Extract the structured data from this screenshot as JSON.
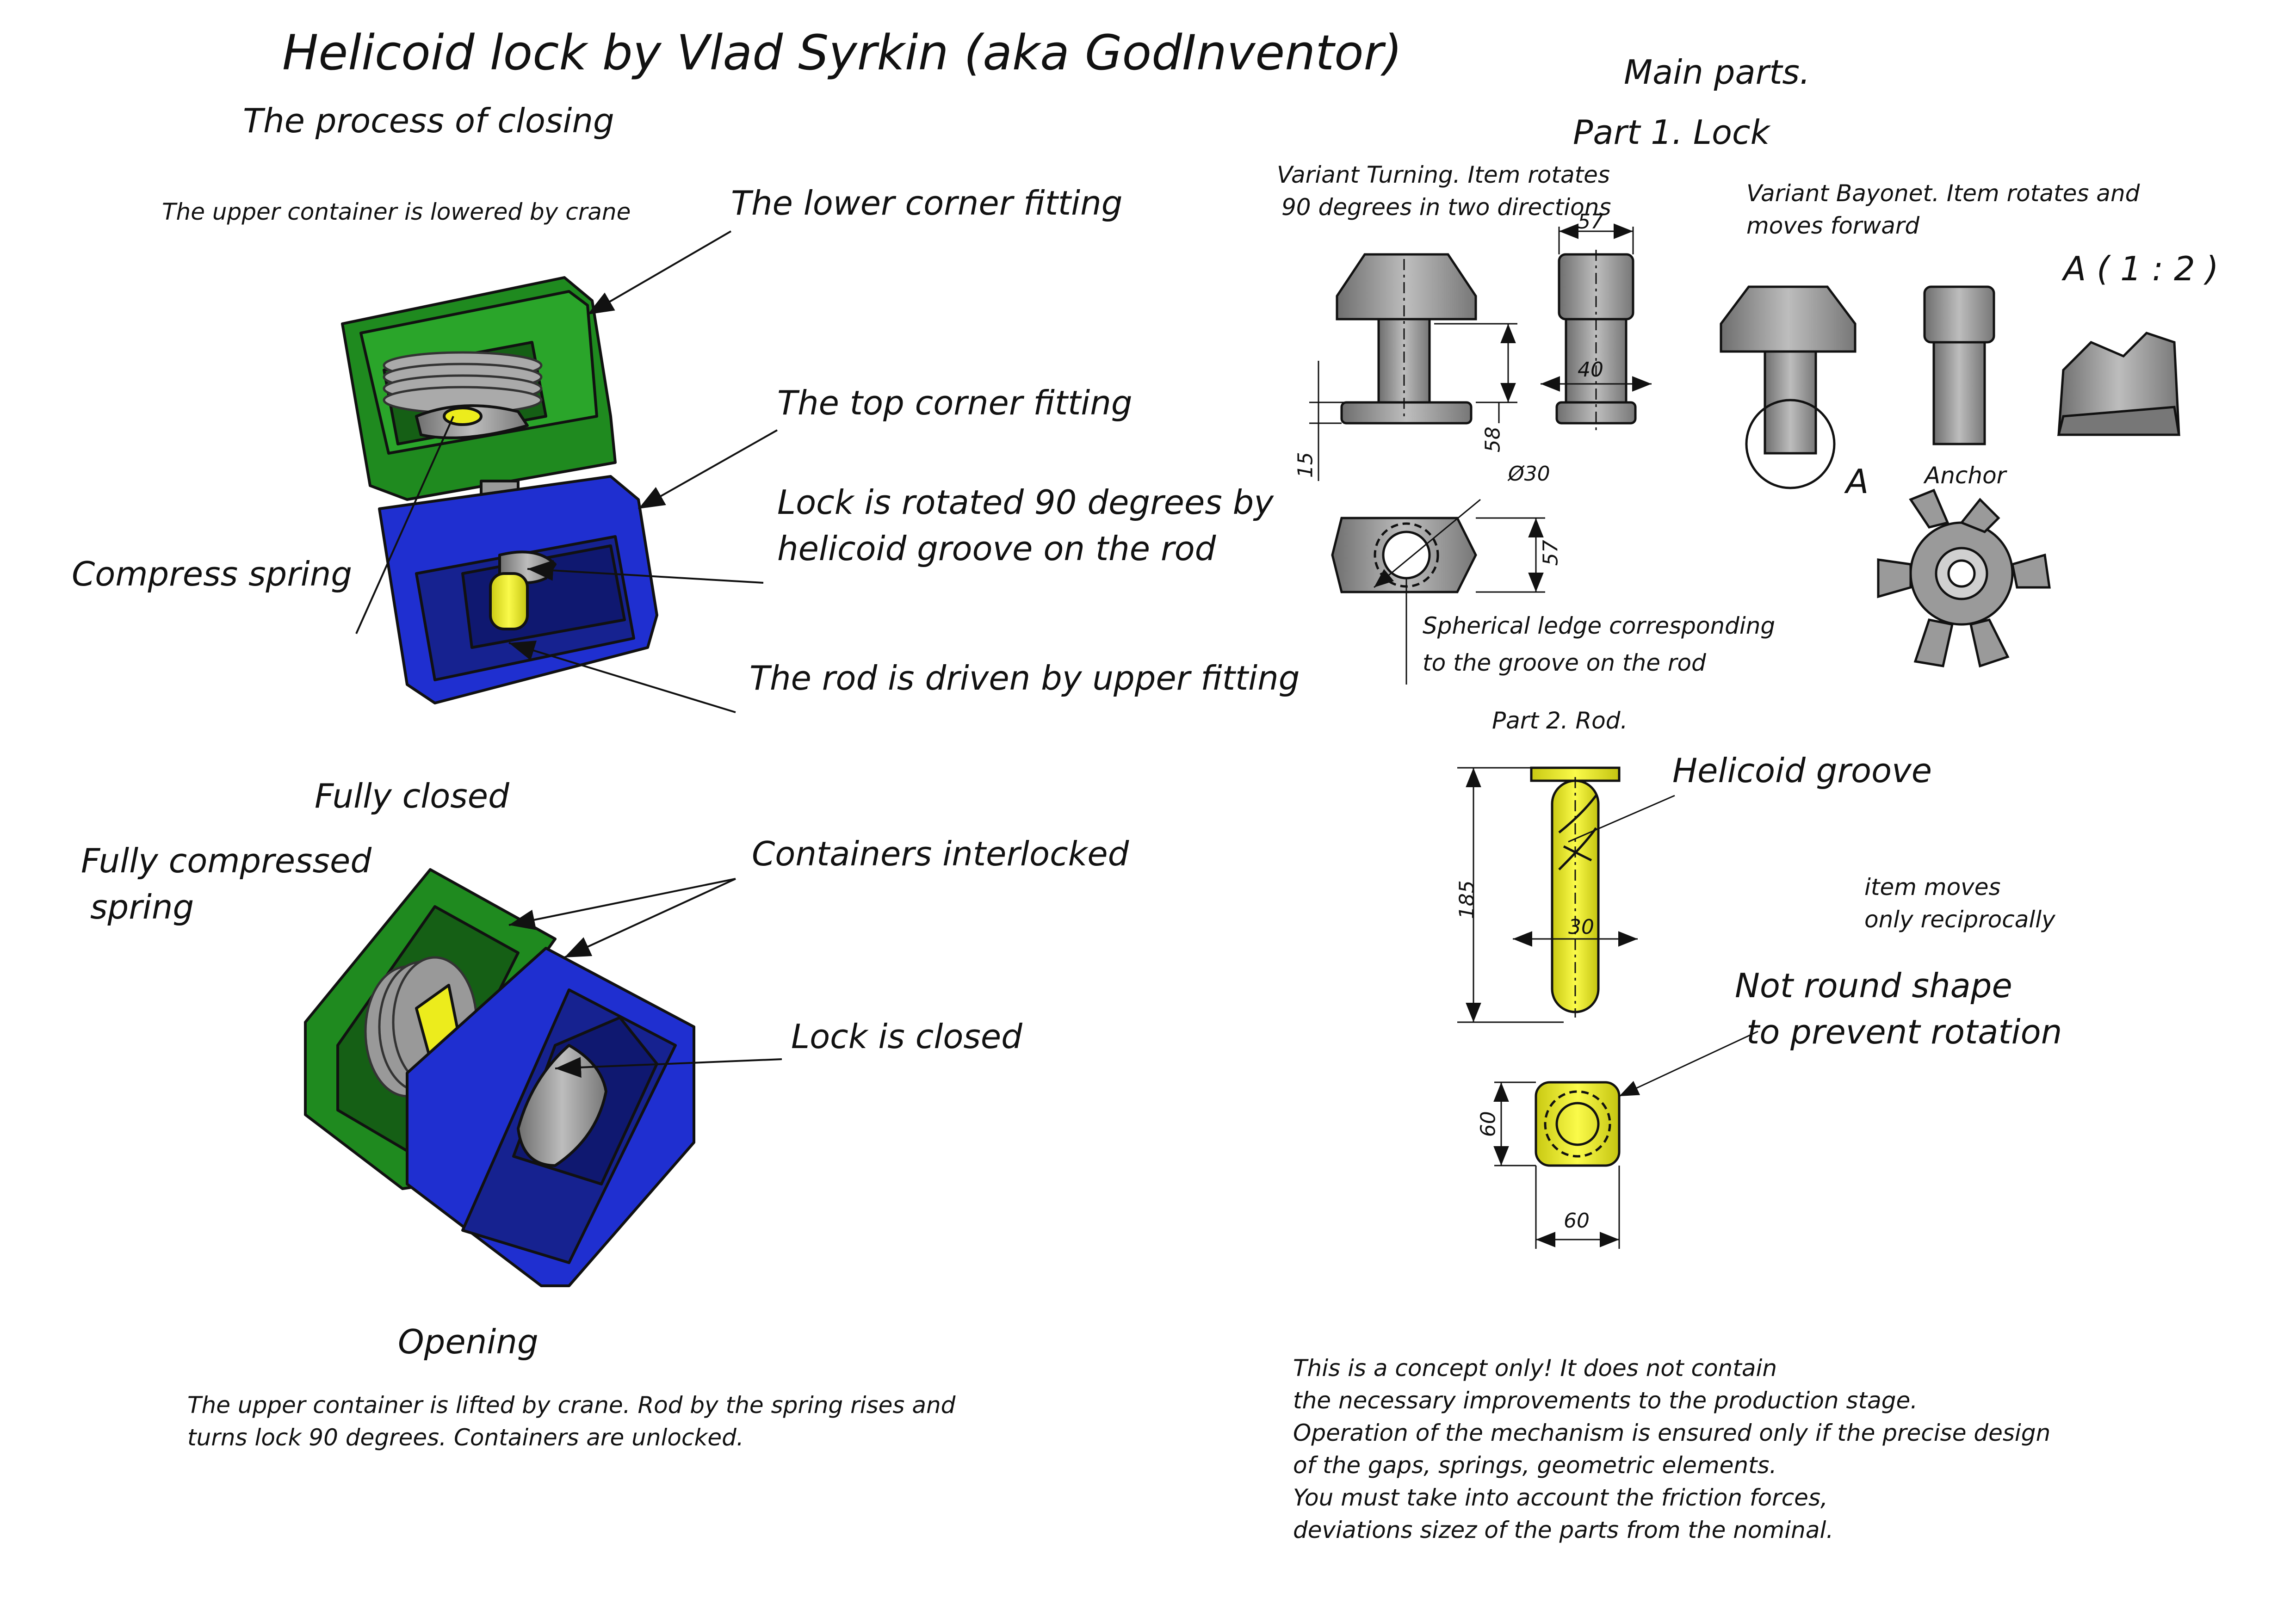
{
  "title": "Helicoid lock by Vlad Syrkin (aka GodInventor)",
  "closing": {
    "heading": "The process of closing",
    "crane_note": "The upper container is lowered by crane",
    "lower_corner": "The lower corner fitting",
    "top_corner": "The top corner fitting",
    "lock_rotated_1": "Lock is rotated 90 degrees by",
    "lock_rotated_2": "helicoid groove on the rod",
    "compress_spring": "Compress spring",
    "rod_driven": "The rod is driven by upper fitting"
  },
  "closed": {
    "heading": "Fully closed",
    "spring_1": "Fully compressed",
    "spring_2": "spring",
    "interlocked": "Containers interlocked",
    "lock_closed": "Lock is closed"
  },
  "opening": {
    "heading": "Opening",
    "text_1": "The upper container is lifted by crane. Rod by the spring rises and",
    "text_2": "turns lock 90 degrees. Containers are unlocked."
  },
  "main_parts": {
    "heading": "Main parts.",
    "part1": "Part 1.  Lock",
    "turning_1": "Variant Turning. Item rotates",
    "turning_2": "90 degrees in two directions",
    "bayonet_1": "Variant Bayonet. Item rotates and",
    "bayonet_2": "moves forward",
    "detail_label": "A ( 1 : 2 )",
    "detail_marker": "A",
    "anchor": "Anchor",
    "dim_57a": "57",
    "dim_40": "40",
    "dim_15": "15",
    "dim_58": "58",
    "dim_d30": "Ø30",
    "dim_57b": "57",
    "spherical_1": "Spherical ledge corresponding",
    "spherical_2": "to the groove on the rod",
    "part2": "Part 2. Rod.",
    "helicoid_groove": "Helicoid groove",
    "dim_185": "185",
    "dim_30": "30",
    "moves_1": "item moves",
    "moves_2": "only reciprocally",
    "not_round_1": "Not round shape",
    "not_round_2": "to prevent rotation",
    "dim_60v": "60",
    "dim_60h": "60"
  },
  "disclaimer": [
    "This is  a concept only! It does not contain",
    "the necessary improvements to the production stage.",
    "Operation of the mechanism is ensured only if the precise design",
    "of the gaps, springs, geometric elements.",
    "You must take into account the friction forces,",
    "deviations  sizez of the parts from the nominal."
  ],
  "colors": {
    "green": "#1f8a1f",
    "blue": "#1f2fd0",
    "yellow": "#ecec1c",
    "grey": "#8f8f8f"
  }
}
